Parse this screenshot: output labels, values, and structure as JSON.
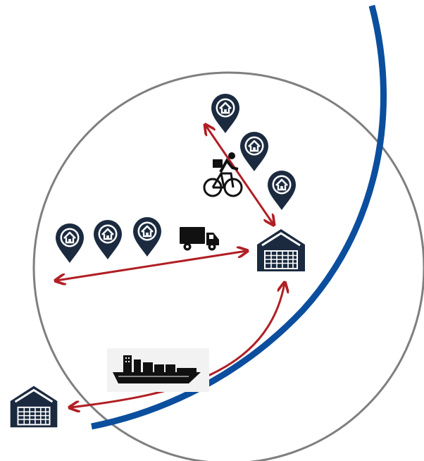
{
  "diagram": {
    "colors": {
      "boundary_circle": "#7f7f7f",
      "river_arc": "#0b4e9e",
      "arrows": "#b01f24",
      "pins": "#1b2a3f",
      "warehouse": "#1b2a3f",
      "vehicles": "#111111"
    },
    "icons": {
      "pin": "home-map-pin-icon",
      "warehouse": "warehouse-icon",
      "truck": "delivery-truck-icon",
      "bicycle": "cyclist-courier-icon",
      "ship": "container-ship-icon"
    },
    "node_count": {
      "home_pins": 6,
      "warehouses": 2,
      "arrows": 3
    }
  }
}
